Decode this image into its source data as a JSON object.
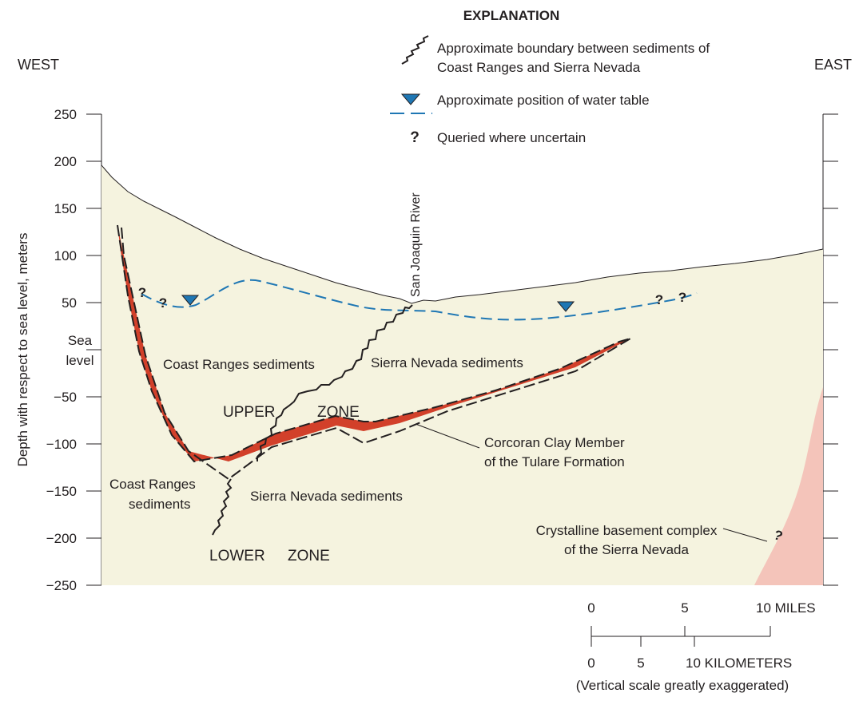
{
  "legend": {
    "title": "EXPLANATION",
    "boundary_line1": "Approximate boundary between sediments of",
    "boundary_line2": "Coast Ranges and Sierra Nevada",
    "water_table": "Approximate position of water table",
    "query_symbol": "?",
    "queried": "Queried where uncertain"
  },
  "directions": {
    "west": "WEST",
    "east": "EAST"
  },
  "axis": {
    "ylabel": "Depth with respect to sea level, meters",
    "ticks": [
      "250",
      "200",
      "150",
      "100",
      "50",
      "Sea",
      "level",
      "−50",
      "−100",
      "−150",
      "−200",
      "−250"
    ]
  },
  "labels": {
    "river": "San Joaquin River",
    "coast_upper": "Coast Ranges sediments",
    "sierra_upper": "Sierra Nevada sediments",
    "upper": "UPPER",
    "zone": "ZONE",
    "corcoran1": "Corcoran Clay Member",
    "corcoran2": "of the Tulare Formation",
    "coast_lower1": "Coast Ranges",
    "coast_lower2": "sediments",
    "sierra_lower": "Sierra Nevada sediments",
    "lower": "LOWER",
    "basement1": "Crystalline basement complex",
    "basement2": "of the Sierra Nevada",
    "query": "?"
  },
  "scale": {
    "miles_ticks": [
      "0",
      "5",
      "10 MILES"
    ],
    "km_ticks": [
      "0",
      "5",
      "10 KILOMETERS"
    ],
    "note": "(Vertical scale greatly exaggerated)"
  },
  "colors": {
    "fill": "#f5f3df",
    "clay": "#d2402a",
    "water": "#1f77b4",
    "basement": "#f4c4ba"
  }
}
